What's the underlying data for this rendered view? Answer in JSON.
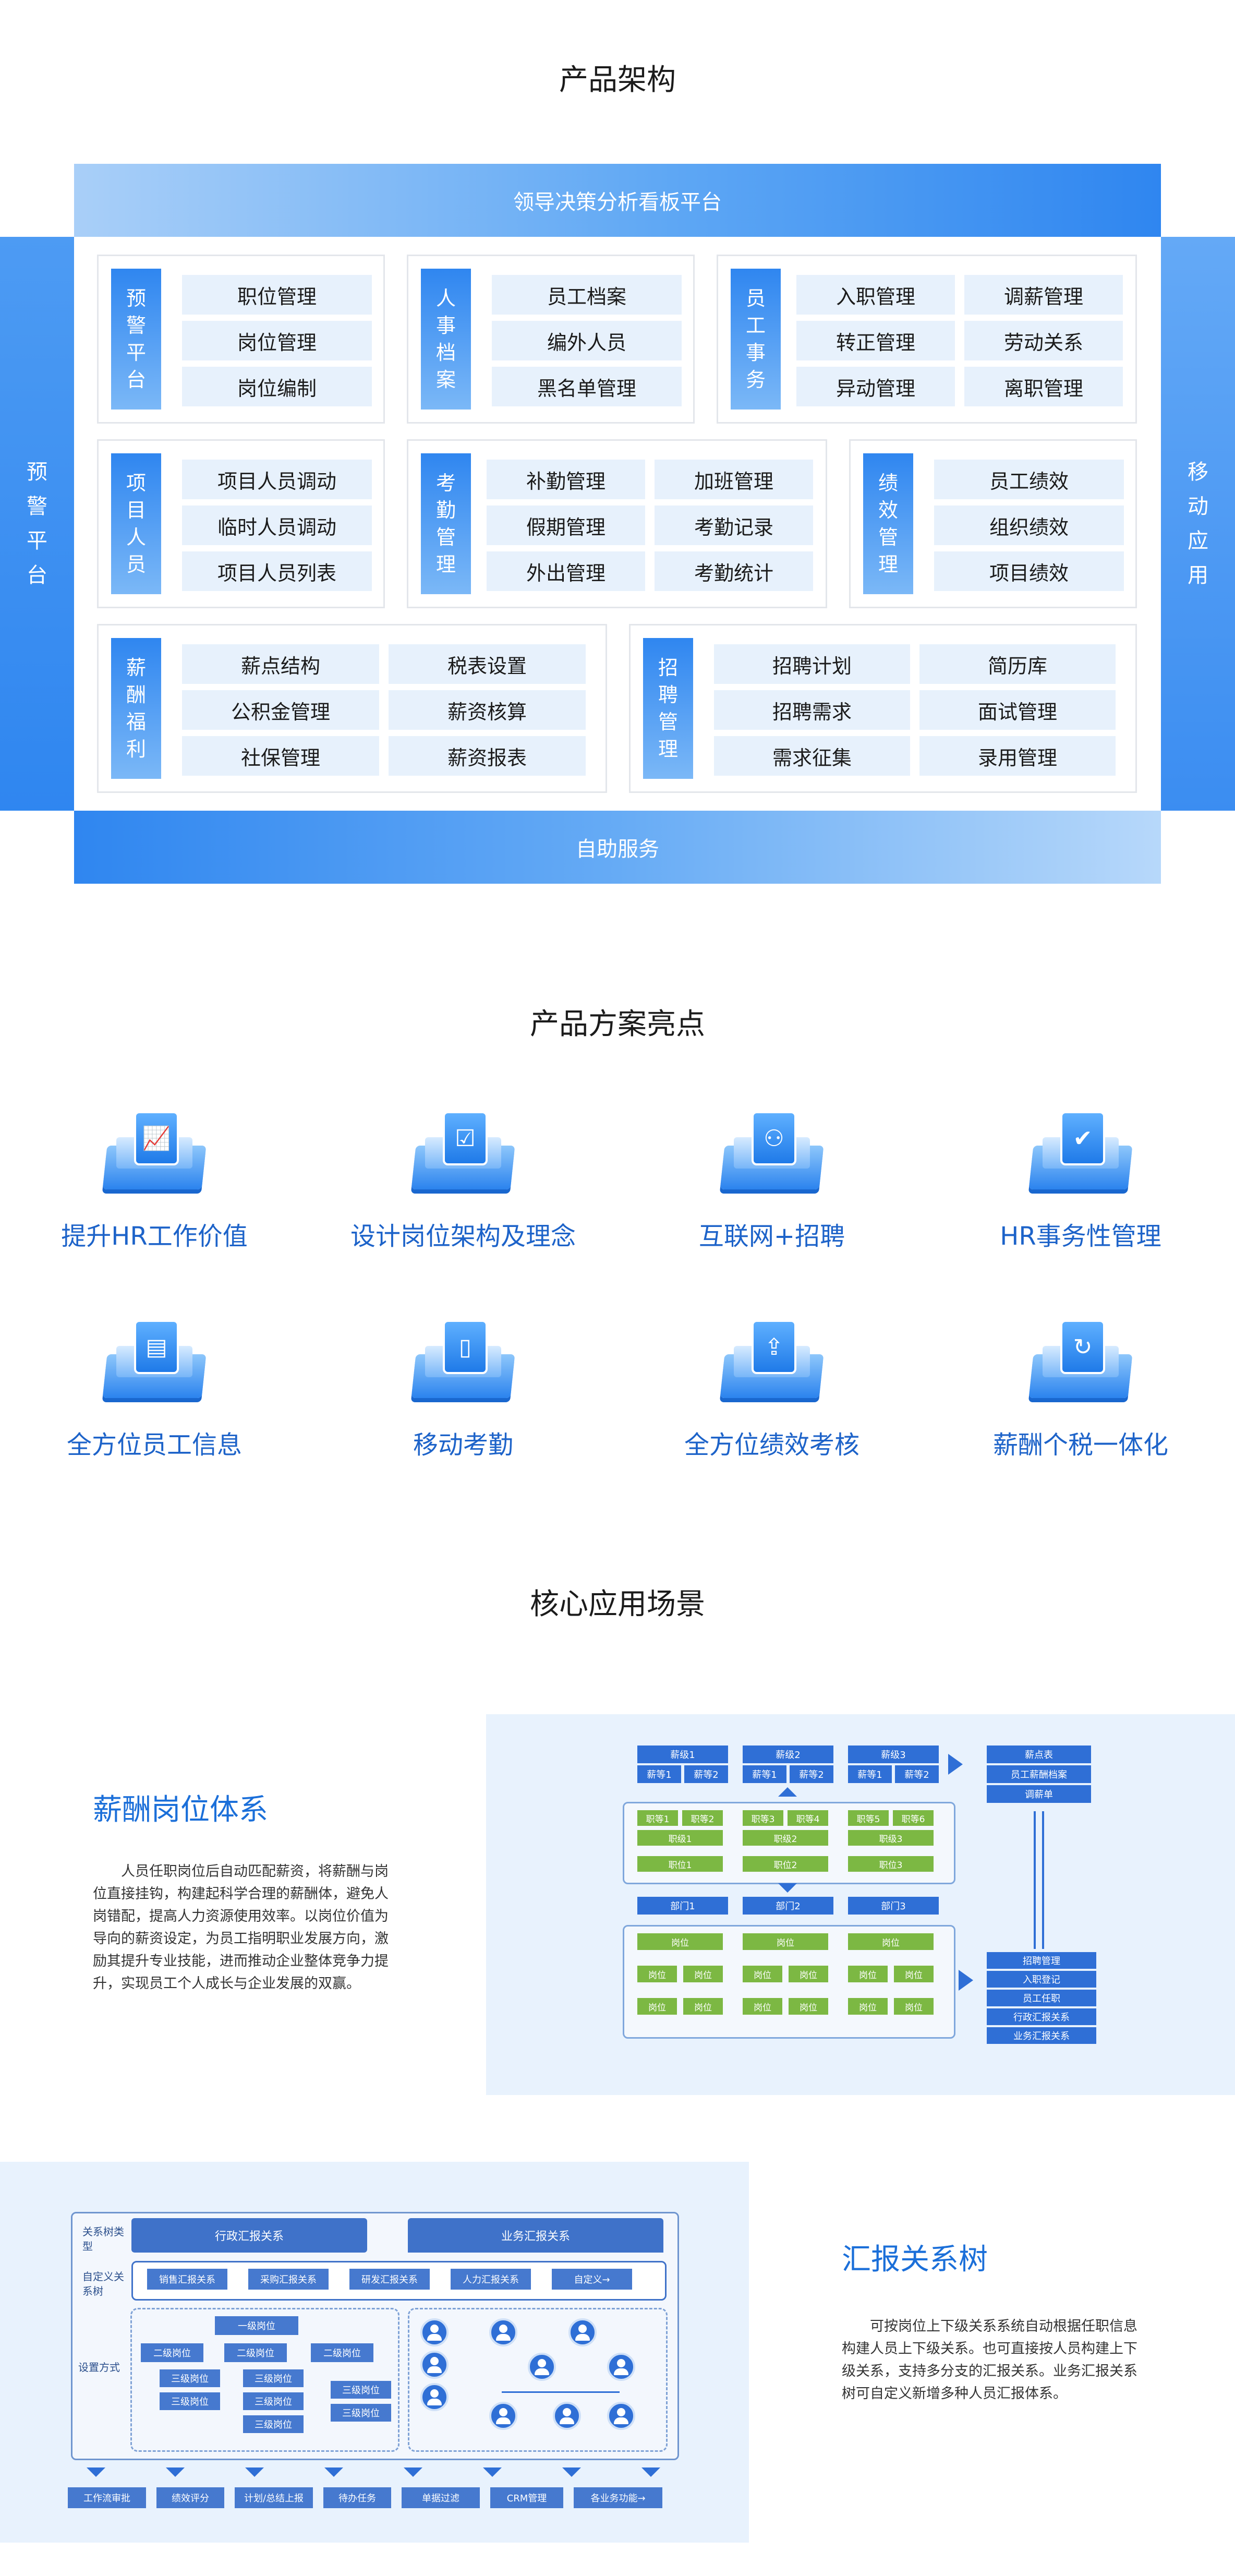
{
  "sections": {
    "architecture_title": "产品架构",
    "highlights_title": "产品方案亮点",
    "scenarios_title": "核心应用场景"
  },
  "architecture": {
    "top_bar": "领导决策分析看板平台",
    "bottom_bar": "自助服务",
    "left_side": "预警平台",
    "right_side": "移动应用",
    "modules": {
      "warning": {
        "label": "预警平台",
        "items": [
          "职位管理",
          "岗位管理",
          "岗位编制"
        ]
      },
      "archive": {
        "label": "人事档案",
        "items": [
          "员工档案",
          "编外人员",
          "黑名单管理"
        ]
      },
      "affairs": {
        "label": "员工事务",
        "items": [
          "入职管理",
          "调薪管理",
          "转正管理",
          "劳动关系",
          "异动管理",
          "离职管理"
        ]
      },
      "project": {
        "label": "项目人员",
        "items": [
          "项目人员调动",
          "临时人员调动",
          "项目人员列表"
        ]
      },
      "attendance": {
        "label": "考勤管理",
        "items": [
          "补勤管理",
          "加班管理",
          "假期管理",
          "考勤记录",
          "外出管理",
          "考勤统计"
        ]
      },
      "performance": {
        "label": "绩效管理",
        "items": [
          "员工绩效",
          "组织绩效",
          "项目绩效"
        ]
      },
      "salary": {
        "label": "薪酬福利",
        "items": [
          "薪点结构",
          "税表设置",
          "公积金管理",
          "薪资核算",
          "社保管理",
          "薪资报表"
        ]
      },
      "recruit": {
        "label": "招聘管理",
        "items": [
          "招聘计划",
          "简历库",
          "招聘需求",
          "面试管理",
          "需求征集",
          "录用管理"
        ]
      }
    }
  },
  "highlights": [
    {
      "label": "提升HR工作价值",
      "icon": "chart-board-icon"
    },
    {
      "label": "设计岗位架构及理念",
      "icon": "document-check-icon"
    },
    {
      "label": "互联网+招聘",
      "icon": "org-tree-icon"
    },
    {
      "label": "HR事务性管理",
      "icon": "clipboard-check-icon"
    },
    {
      "label": "全方位员工信息",
      "icon": "folder-icon"
    },
    {
      "label": "移动考勤",
      "icon": "tablet-icon"
    },
    {
      "label": "全方位绩效考核",
      "icon": "upload-doc-icon"
    },
    {
      "label": "薪酬个税一体化",
      "icon": "refresh-doc-icon"
    }
  ],
  "scenario_salary": {
    "title": "薪酬岗位体系",
    "text": "人员任职岗位后自动匹配薪资，将薪酬与岗位直接挂钩，构建起科学合理的薪酬体，避免人岗错配，提高人力资源使用效率。以岗位价值为导向的薪资设定，为员工指明职业发展方向，激励其提升专业技能，进而推动企业整体竞争力提升，实现员工个人成长与企业发展的双赢。",
    "diagram": {
      "grades": [
        "薪级1",
        "薪级2",
        "薪级3"
      ],
      "levels": [
        [
          "薪等1",
          "薪等2"
        ],
        [
          "薪等1",
          "薪等2"
        ],
        [
          "薪等1",
          "薪等2"
        ]
      ],
      "ranks": [
        [
          "职等1",
          "职等2"
        ],
        [
          "职等3",
          "职等4"
        ],
        [
          "职等5",
          "职等6"
        ]
      ],
      "positions_mid": [
        "职级1",
        "职级2",
        "职级3"
      ],
      "positions_low": [
        "职位1",
        "职位2",
        "职位3"
      ],
      "depts": [
        "部门1",
        "部门2",
        "部门3"
      ],
      "post": "岗位",
      "right_top": [
        "薪点表",
        "员工薪酬档案",
        "调薪单"
      ],
      "right_bottom": [
        "招聘管理",
        "入职登记",
        "员工任职",
        "行政汇报关系",
        "业务汇报关系"
      ]
    }
  },
  "scenario_report": {
    "title": "汇报关系树",
    "text": "可按岗位上下级关系系统自动根据任职信息构建人员上下级关系。也可直接按人员构建上下级关系，支持多分支的汇报关系。业务汇报关系树可自定义新增多种人员汇报体系。",
    "diagram": {
      "row_labels": [
        "关系树类型",
        "自定义关系树",
        "设置方式"
      ],
      "types": [
        "行政汇报关系",
        "业务汇报关系"
      ],
      "custom": [
        "销售汇报关系",
        "采购汇报关系",
        "研发汇报关系",
        "人力汇报关系",
        "自定义→"
      ],
      "post_tree": {
        "l1": "一级岗位",
        "l2": "二级岗位",
        "l3": "三级岗位"
      },
      "actions": [
        "工作流审批",
        "绩效评分",
        "计划/总结上报",
        "待办任务",
        "单据过滤",
        "CRM管理",
        "各业务功能→"
      ]
    }
  },
  "colors": {
    "primary": "#2f86f0",
    "cell_bg": "#e7f1fc",
    "green": "#7cb843",
    "dark_blue": "#2f6fd6"
  }
}
